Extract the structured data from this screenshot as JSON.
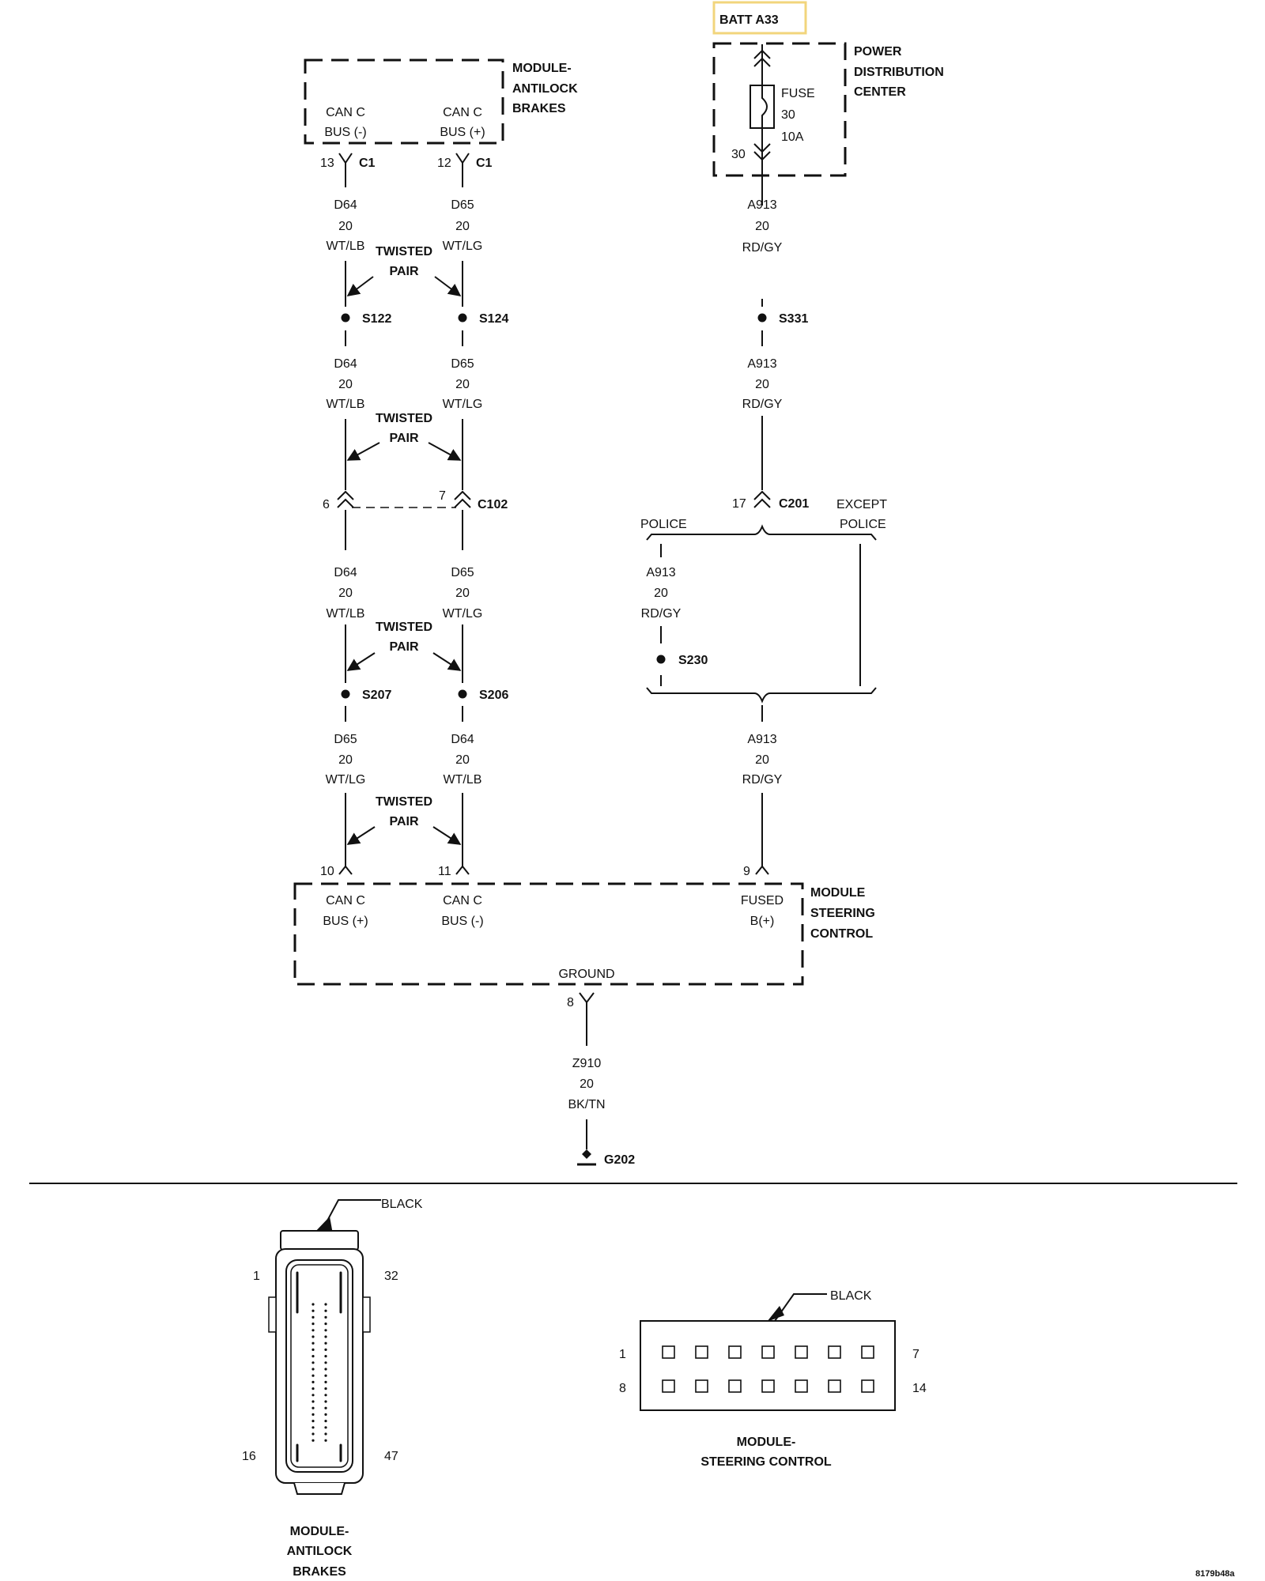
{
  "colors": {
    "ink": "#111111",
    "batt_highlight": "#f2d57c"
  },
  "batt": "BATT A33",
  "pdc": {
    "title": [
      "POWER",
      "DISTRIBUTION",
      "CENTER"
    ],
    "fuse_label": "FUSE",
    "fuse_number": "30",
    "fuse_rating": "10A",
    "cavity": "30"
  },
  "abs_module": {
    "title": [
      "MODULE-",
      "ANTILOCK",
      "BRAKES"
    ],
    "left_pin": [
      "CAN C",
      "BUS (-)"
    ],
    "right_pin": [
      "CAN C",
      "BUS (+)"
    ]
  },
  "connectors": {
    "c1_left": {
      "pin": "13",
      "name": "C1"
    },
    "c1_right": {
      "pin": "12",
      "name": "C1"
    },
    "c102_left": {
      "pin": "6"
    },
    "c102_right": {
      "pin": "7",
      "name": "C102"
    },
    "c201": {
      "pin": "17",
      "name": "C201"
    },
    "scm_left": {
      "pin": "10"
    },
    "scm_mid": {
      "pin": "11"
    },
    "scm_right": {
      "pin": "9"
    },
    "ground": {
      "pin": "8"
    }
  },
  "wires": {
    "l1": [
      "D64",
      "20",
      "WT/LB"
    ],
    "r1": [
      "D65",
      "20",
      "WT/LG"
    ],
    "l2": [
      "D64",
      "20",
      "WT/LB"
    ],
    "r2": [
      "D65",
      "20",
      "WT/LG"
    ],
    "l3": [
      "D64",
      "20",
      "WT/LB"
    ],
    "r3": [
      "D65",
      "20",
      "WT/LG"
    ],
    "l4": [
      "D65",
      "20",
      "WT/LG"
    ],
    "r4": [
      "D64",
      "20",
      "WT/LB"
    ],
    "a1": [
      "A913",
      "20",
      "RD/GY"
    ],
    "a2": [
      "A913",
      "20",
      "RD/GY"
    ],
    "a3": [
      "A913",
      "20",
      "RD/GY"
    ],
    "a4": [
      "A913",
      "20",
      "RD/GY"
    ],
    "z": [
      "Z910",
      "20",
      "BK/TN"
    ]
  },
  "twisted_pair": [
    "TWISTED",
    "PAIR"
  ],
  "splices": {
    "s122": "S122",
    "s124": "S124",
    "s207": "S207",
    "s206": "S206",
    "s331": "S331",
    "s230": "S230"
  },
  "options": {
    "police": "POLICE",
    "except_police": [
      "EXCEPT",
      "POLICE"
    ]
  },
  "scm": {
    "title": [
      "MODULE",
      "STEERING",
      "CONTROL"
    ],
    "pin_left": [
      "CAN C",
      "BUS (+)"
    ],
    "pin_mid": [
      "CAN C",
      "BUS (-)"
    ],
    "pin_right": [
      "FUSED",
      "B(+)"
    ],
    "ground_label": "GROUND"
  },
  "ground_name": "G202",
  "abs_view": {
    "color": "BLACK",
    "pin1": "1",
    "pin32": "32",
    "pin16": "16",
    "pin47": "47",
    "caption": [
      "MODULE-",
      "ANTILOCK",
      "BRAKES"
    ]
  },
  "scm_view": {
    "color": "BLACK",
    "pin1": "1",
    "pin7": "7",
    "pin8": "8",
    "pin14": "14",
    "caption": [
      "MODULE-",
      "STEERING CONTROL"
    ]
  },
  "figure_id": "8179b48a"
}
